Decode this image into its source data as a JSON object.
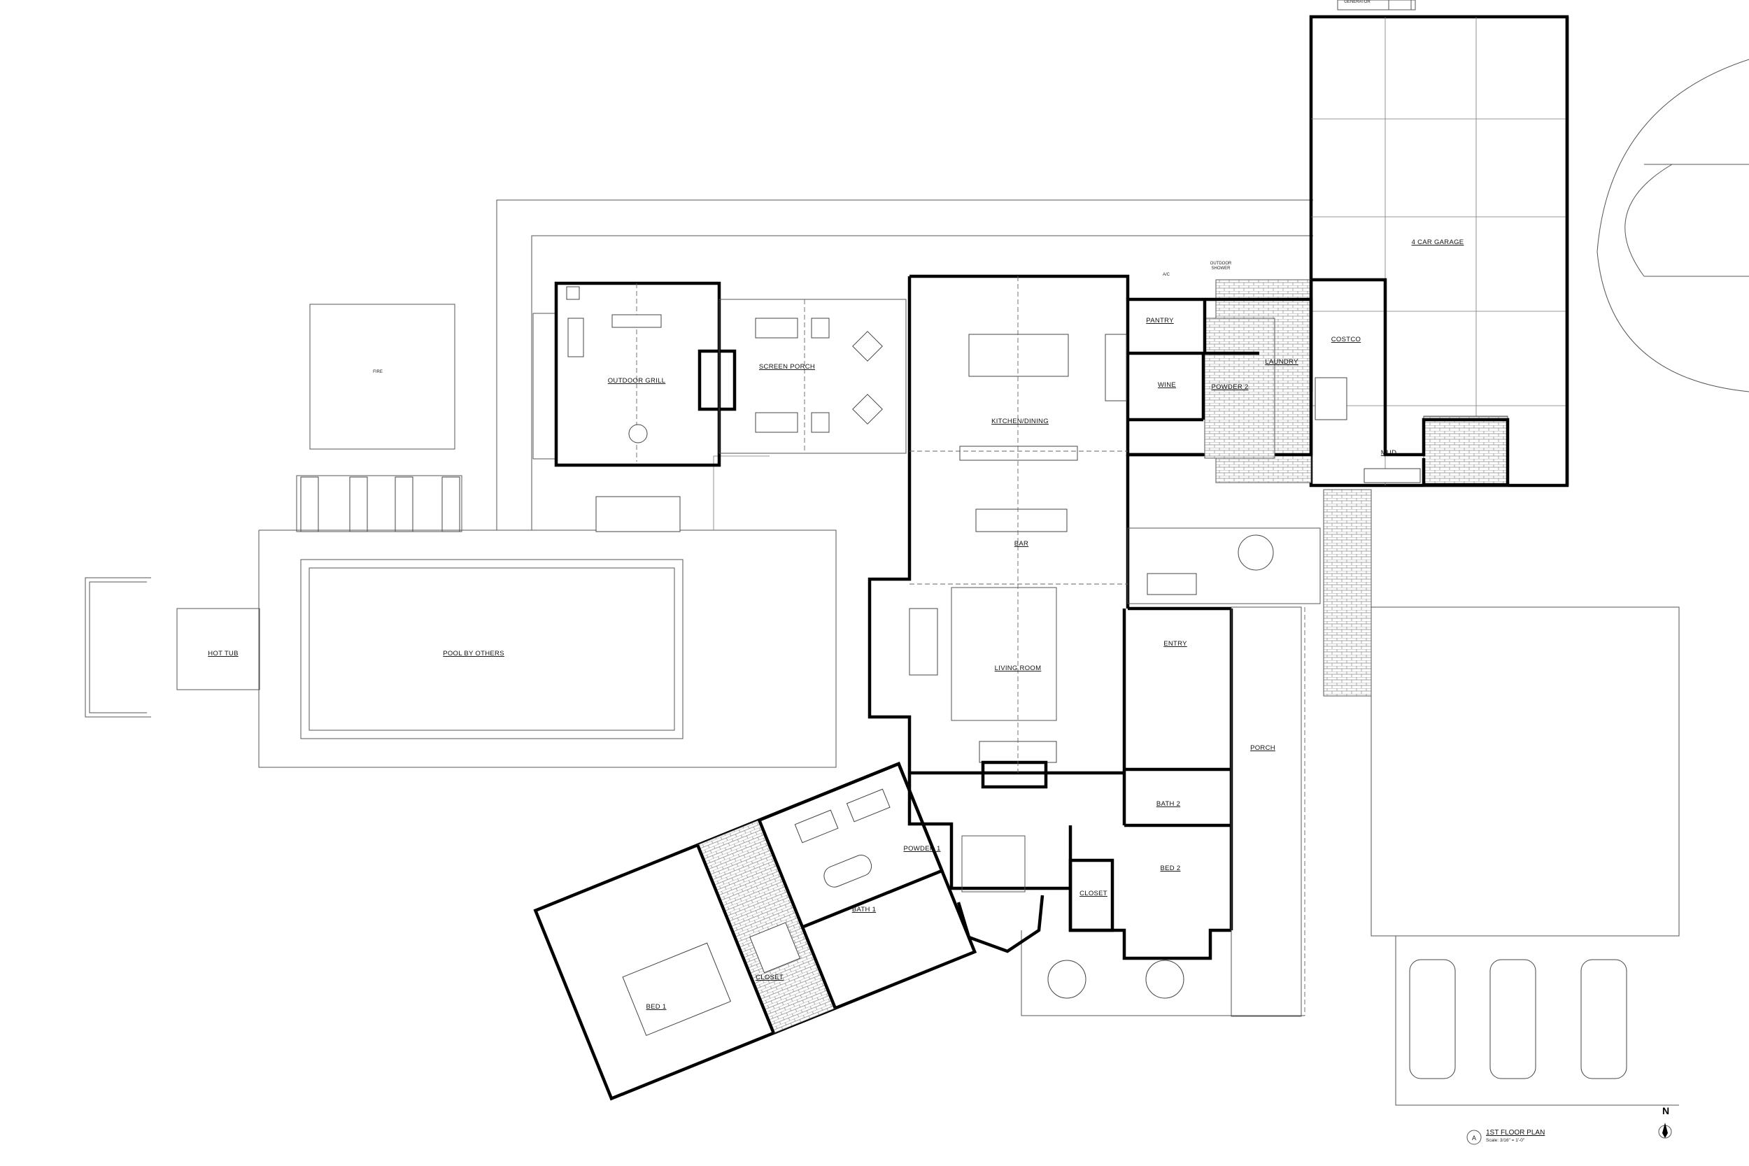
{
  "rooms": {
    "generator": "GENERATOR",
    "garage": "4 CAR GARAGE",
    "ac": "A/C",
    "outdoor_shower": [
      "OUTDOOR",
      "SHOWER"
    ],
    "pantry": "PANTRY",
    "costco": "COSTCO",
    "laundry": "LAUNDRY",
    "wine": "WINE",
    "powder2": "POWDER 2",
    "mud": "MUD",
    "outdoor_grill": "OUTDOOR GRILL",
    "screen_porch": "SCREEN PORCH",
    "kitchen_dining": "KITCHEN/DINING",
    "fire": "FIRE",
    "bar": "BAR",
    "hot_tub": "HOT TUB",
    "pool": "POOL BY OTHERS",
    "living_room": "LIVING ROOM",
    "entry": "ENTRY",
    "porch": "PORCH",
    "bath2": "BATH 2",
    "bed2": "BED 2",
    "closet2": "CLOSET",
    "powder1": "POWDER 1",
    "bath1": "BATH 1",
    "closet1": "CLOSET",
    "bed1": "BED 1"
  },
  "title_block": {
    "marker": "A",
    "title": "1ST FLOOR PLAN",
    "scale": "Scale: 3/16\" = 1'-0\""
  },
  "north_label": "N",
  "colors": {
    "line": "#000000",
    "paper": "#ffffff"
  }
}
